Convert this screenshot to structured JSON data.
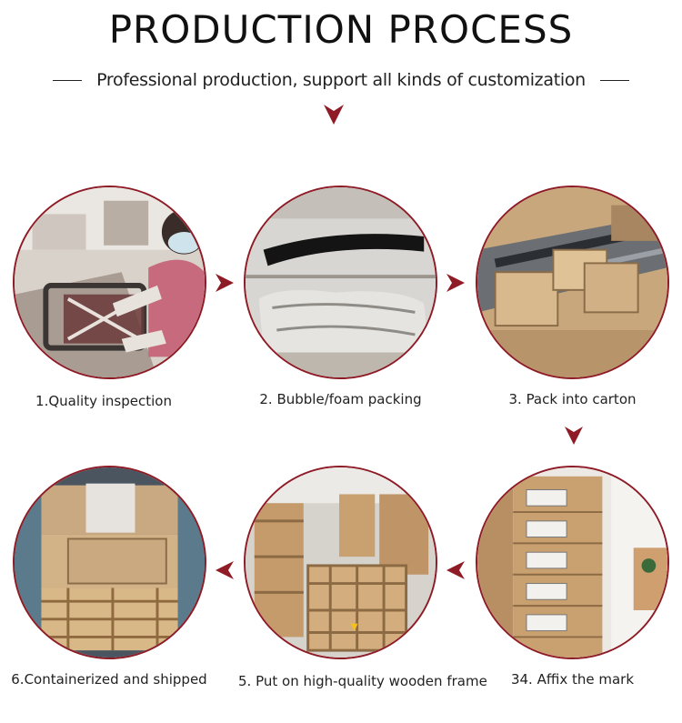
{
  "header": {
    "title": "PRODUCTION PROCESS",
    "subtitle": "Professional production, support all kinds of customization"
  },
  "colors": {
    "accent": "#8e1b25",
    "text": "#222222",
    "background": "#ffffff"
  },
  "steps": [
    {
      "label": "1.Quality inspection",
      "photo": "worker-inspecting-frame-photo"
    },
    {
      "label": "2. Bubble/foam packing",
      "photo": "bubble-wrapped-spoiler-photo"
    },
    {
      "label": "3. Pack into carton",
      "photo": "cartons-packing-photo"
    },
    {
      "label": "34. Affix the mark",
      "photo": "labeled-boxes-stack-photo"
    },
    {
      "label": "5. Put on high-quality wooden frame",
      "photo": "wooden-crates-photo"
    },
    {
      "label": "6.Containerized and shipped",
      "photo": "shipping-container-photo"
    }
  ],
  "icons": {
    "down": "down-arrow-icon",
    "right": "right-arrow-icon",
    "left": "left-arrow-icon"
  }
}
